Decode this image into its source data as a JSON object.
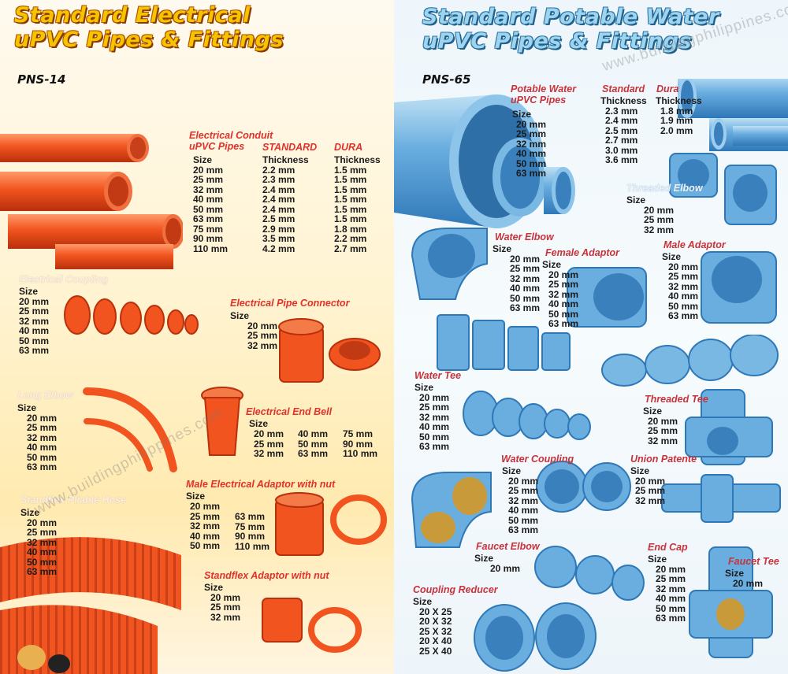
{
  "left": {
    "title_line1": "Standard Electrical",
    "title_line2": "uPVC Pipes & Fittings",
    "code": "PNS-14",
    "conduit": {
      "heading_line1": "Electrical Conduit",
      "heading_line2": "uPVC Pipes",
      "standard_heading": "STANDARD",
      "dura_heading": "DURA",
      "size_label": "Size",
      "thickness_label": "Thickness",
      "sizes": [
        "20 mm",
        "25 mm",
        "32 mm",
        "40 mm",
        "50 mm",
        "63 mm",
        "75 mm",
        "90 mm",
        "110 mm"
      ],
      "standard": [
        "2.2 mm",
        "2.3 mm",
        "2.4 mm",
        "2.4 mm",
        "2.4 mm",
        "2.5 mm",
        "2.9 mm",
        "3.5 mm",
        "4.2 mm"
      ],
      "dura": [
        "1.5 mm",
        "1.5 mm",
        "1.5 mm",
        "1.5 mm",
        "1.5 mm",
        "1.5 mm",
        "1.8 mm",
        "2.2 mm",
        "2.7 mm"
      ]
    },
    "coupling": {
      "heading": "Electrical Coupling",
      "size_label": "Size",
      "sizes": [
        "20 mm",
        "25 mm",
        "32 mm",
        "40 mm",
        "50 mm",
        "63 mm"
      ]
    },
    "connector": {
      "heading": "Electrical Pipe Connector",
      "size_label": "Size",
      "sizes": [
        "20 mm",
        "25 mm",
        "32 mm"
      ]
    },
    "long_elbow": {
      "heading": "Long Elbow",
      "size_label": "Size",
      "sizes": [
        "20 mm",
        "25 mm",
        "32 mm",
        "40 mm",
        "50 mm",
        "63 mm"
      ]
    },
    "end_bell": {
      "heading": "Electrical End Bell",
      "size_label": "Size",
      "col1": [
        "20 mm",
        "25 mm",
        "32 mm"
      ],
      "col2": [
        "40 mm",
        "50 mm",
        "63 mm"
      ],
      "col3": [
        "75 mm",
        "90 mm",
        "110 mm"
      ]
    },
    "male_adaptor": {
      "heading": "Male Electrical Adaptor with nut",
      "size_label": "Size",
      "col1": [
        "20 mm",
        "25 mm",
        "32 mm",
        "40 mm",
        "50 mm"
      ],
      "col2": [
        "63 mm",
        "75 mm",
        "90 mm",
        "110 mm"
      ]
    },
    "hose": {
      "heading": "Standflex Pliable Hose",
      "size_label": "Size",
      "sizes": [
        "20 mm",
        "25 mm",
        "32 mm",
        "40 mm",
        "50 mm",
        "63 mm"
      ]
    },
    "standflex_adaptor": {
      "heading": "Standflex Adaptor with nut",
      "size_label": "Size",
      "sizes": [
        "20 mm",
        "25 mm",
        "32 mm"
      ]
    }
  },
  "right": {
    "title_line1": "Standard Potable Water",
    "title_line2": "uPVC Pipes & Fittings",
    "code": "PNS-65",
    "potable": {
      "heading_line1": "Potable Water",
      "heading_line2": "uPVC Pipes",
      "standard_heading": "Standard",
      "dura_heading": "Dura",
      "size_label": "Size",
      "thickness_label": "Thickness",
      "sizes": [
        "20 mm",
        "25 mm",
        "32 mm",
        "40 mm",
        "50 mm",
        "63 mm"
      ],
      "standard": [
        "2.3 mm",
        "2.4 mm",
        "2.5 mm",
        "2.7 mm",
        "3.0 mm",
        "3.6 mm"
      ],
      "dura": [
        "1.8 mm",
        "1.9 mm",
        "2.0 mm"
      ]
    },
    "threaded_elbow": {
      "heading": "Threaded Elbow",
      "size_label": "Size",
      "sizes": [
        "20 mm",
        "25 mm",
        "32 mm"
      ]
    },
    "water_elbow": {
      "heading": "Water Elbow",
      "size_label": "Size",
      "sizes": [
        "20 mm",
        "25 mm",
        "32 mm",
        "40 mm",
        "50 mm",
        "63 mm"
      ]
    },
    "female_adaptor": {
      "heading": "Female Adaptor",
      "size_label": "Size",
      "sizes": [
        "20 mm",
        "25 mm",
        "32 mm",
        "40 mm",
        "50 mm",
        "63 mm"
      ]
    },
    "male_adaptor": {
      "heading": "Male Adaptor",
      "size_label": "Size",
      "sizes": [
        "20 mm",
        "25 mm",
        "32 mm",
        "40 mm",
        "50 mm",
        "63 mm"
      ]
    },
    "water_tee": {
      "heading": "Water Tee",
      "size_label": "Size",
      "sizes": [
        "20 mm",
        "25 mm",
        "32 mm",
        "40 mm",
        "50 mm",
        "63 mm"
      ]
    },
    "threaded_tee": {
      "heading": "Threaded Tee",
      "size_label": "Size",
      "sizes": [
        "20 mm",
        "25 mm",
        "32 mm"
      ]
    },
    "water_coupling": {
      "heading": "Water Coupling",
      "size_label": "Size",
      "sizes": [
        "20 mm",
        "25 mm",
        "32 mm",
        "40 mm",
        "50 mm",
        "63 mm"
      ]
    },
    "union_patente": {
      "heading": "Union Patente",
      "size_label": "Size",
      "sizes": [
        "20 mm",
        "25 mm",
        "32 mm"
      ]
    },
    "faucet_elbow": {
      "heading": "Faucet Elbow",
      "size_label": "Size",
      "sizes": [
        "20 mm"
      ]
    },
    "end_cap": {
      "heading": "End Cap",
      "size_label": "Size",
      "sizes": [
        "20 mm",
        "25 mm",
        "32 mm",
        "40 mm",
        "50 mm",
        "63 mm"
      ]
    },
    "faucet_tee": {
      "heading": "Faucet Tee",
      "size_label": "Size",
      "sizes": [
        "20 mm"
      ]
    },
    "coupling_reducer": {
      "heading": "Coupling Reducer",
      "size_label": "Size",
      "sizes": [
        "20 X 25",
        "20 X 32",
        "25 X 32",
        "20 X 40",
        "25 X 40"
      ]
    }
  },
  "watermark_left": "www.buildingphilippines.com",
  "watermark_right": "www.buildingphilippines.com",
  "colors": {
    "orange_pipe": "#f2541f",
    "blue_pipe": "#6aaee0",
    "red_heading": "#e0312a",
    "brass": "#c89a3a"
  }
}
